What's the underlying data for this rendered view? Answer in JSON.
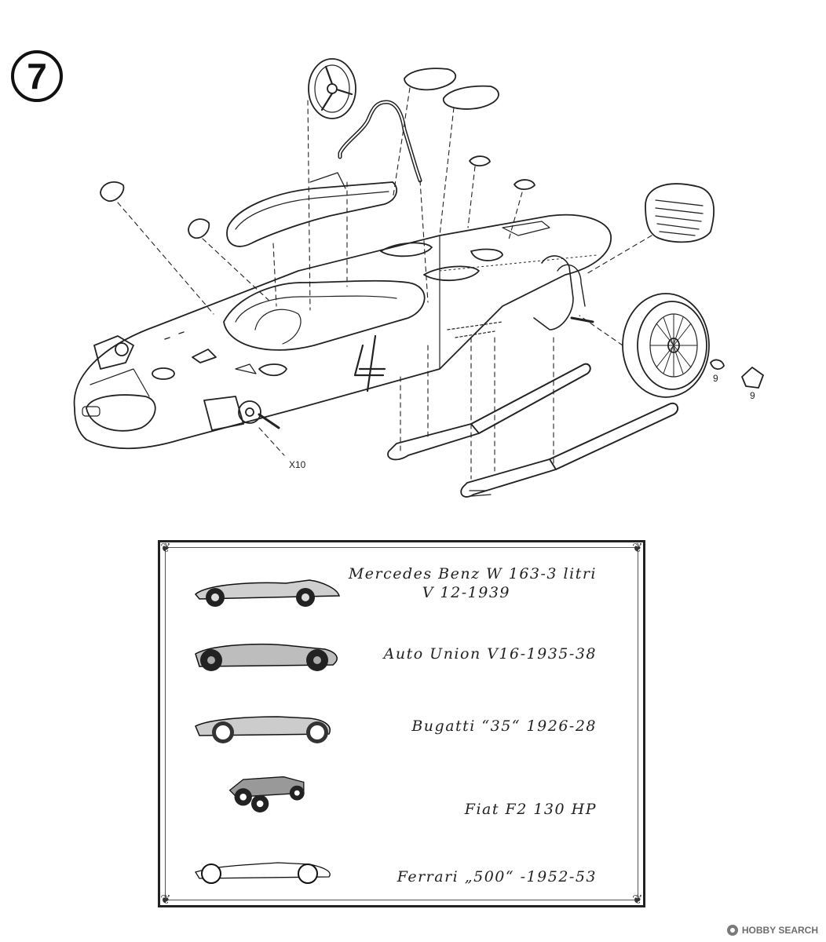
{
  "step": {
    "number": "7"
  },
  "part_labels": {
    "x10": "X10",
    "nine_a": "9",
    "nine_b": "9"
  },
  "model_list": [
    {
      "name_line1": "Mercedes Benz W 163-3 litri",
      "name_line2": "V 12-1939"
    },
    {
      "name_line1": "Auto Union V16-1935-38",
      "name_line2": ""
    },
    {
      "name_line1": "Bugatti “35“ 1926-28",
      "name_line2": ""
    },
    {
      "name_line1": "Fiat F2 130 HP",
      "name_line2": ""
    },
    {
      "name_line1": "Ferrari „500“ -1952-53",
      "name_line2": ""
    }
  ],
  "watermark": {
    "text": "HOBBY SEARCH"
  }
}
